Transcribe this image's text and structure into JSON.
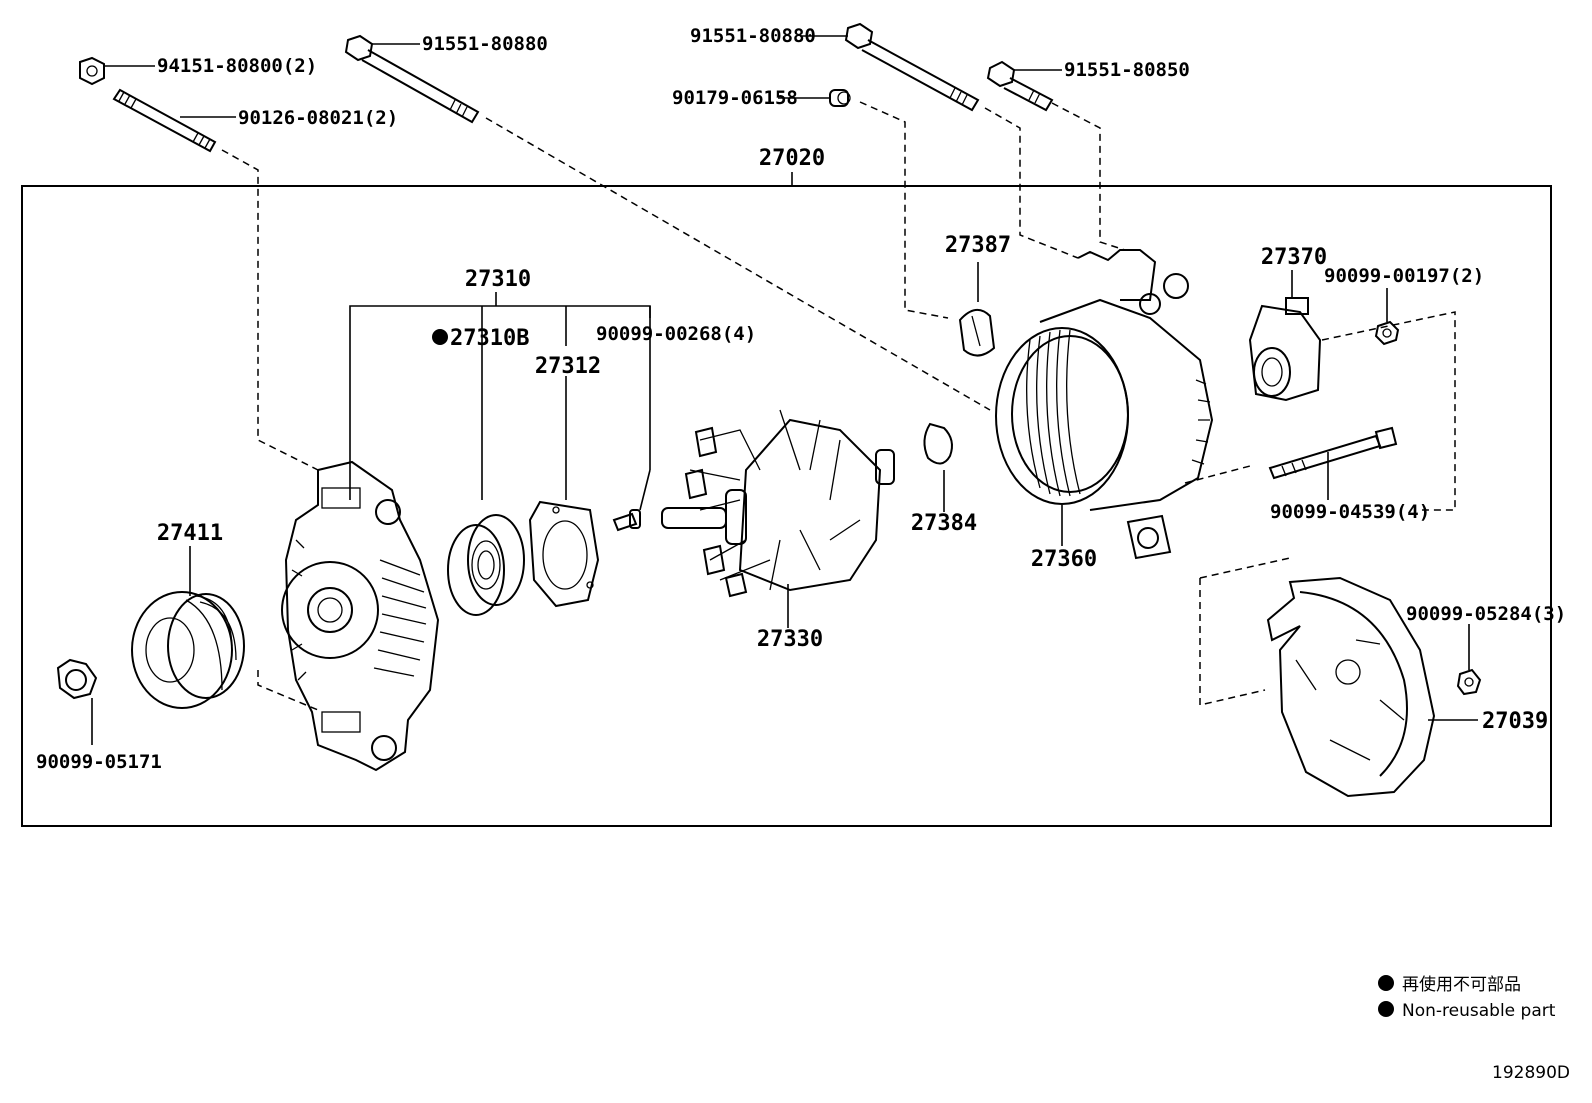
{
  "diagram": {
    "assembly_number": "27020",
    "subassembly_number": "27310",
    "parts": {
      "p94151": "94151-80800(2)",
      "p90126": "90126-08021(2)",
      "p91551_a": "91551-80880",
      "p91551_b": "91551-80880",
      "p90179": "90179-06158",
      "p91551_c": "91551-80850",
      "p27387": "27387",
      "p27370": "27370",
      "p90099_00197": "90099-00197(2)",
      "p27310b": "27310B",
      "p27312": "27312",
      "p90099_00268": "90099-00268(4)",
      "p27411": "27411",
      "p27384": "27384",
      "p27360": "27360",
      "p27330": "27330",
      "p90099_04539": "90099-04539(4)",
      "p90099_05284": "90099-05284(3)",
      "p27039": "27039",
      "p90099_05171": "90099-05171"
    }
  },
  "legend": {
    "jp": "再使用不可部品",
    "en": "Non-reusable part"
  },
  "figure_code": "192890D"
}
